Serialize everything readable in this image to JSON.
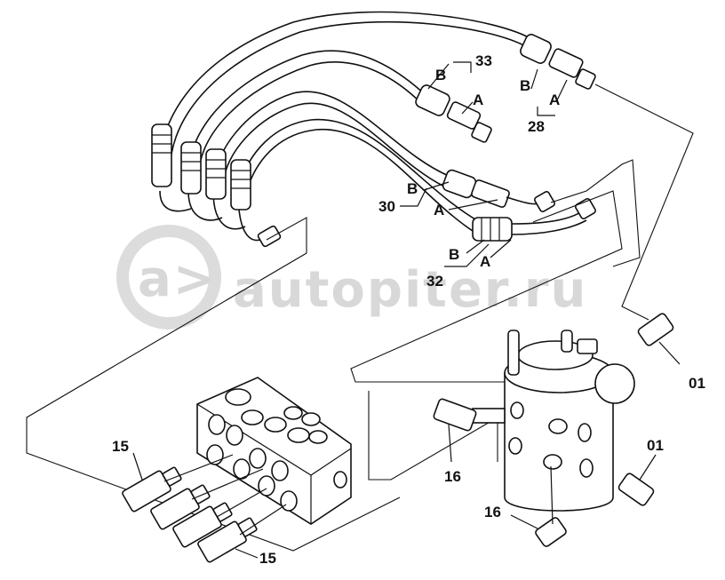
{
  "watermark": {
    "text": "autopiter.ru",
    "logo_glyph": "a>"
  },
  "callouts": {
    "n33": "33",
    "n28": "28",
    "n30": "30",
    "n32": "32",
    "n01_top": "01",
    "n01_right": "01",
    "n15_top": "15",
    "n15_bottom": "15",
    "n16_mid": "16",
    "n16_bottom": "16"
  },
  "port_letters": {
    "a33": "A",
    "b33": "B",
    "a28": "A",
    "b28": "B",
    "a30": "A",
    "b30": "B",
    "a32": "A",
    "b32": "B"
  }
}
